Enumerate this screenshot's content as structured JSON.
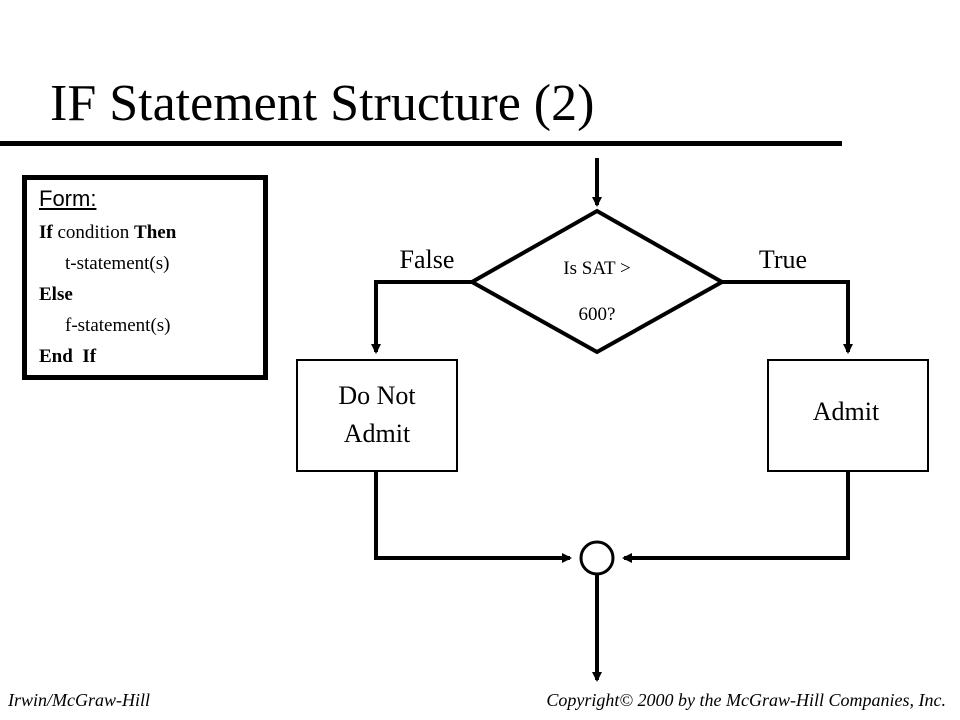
{
  "title": "IF Statement Structure (2)",
  "form": {
    "heading": "Form:",
    "lines": {
      "if_kw": "If",
      "condition": "condition",
      "then_kw": "Then",
      "t_statement": "t-statement(s)",
      "else_kw": "Else",
      "f_statement": "f-statement(s)",
      "end_kw": "End",
      "endif_kw": "If"
    }
  },
  "flowchart": {
    "decision_line1": "Is SAT >",
    "decision_line2": "600?",
    "false_label": "False",
    "true_label": "True",
    "false_box_line1": "Do Not",
    "false_box_line2": "Admit",
    "true_box": "Admit"
  },
  "footer": {
    "left": "Irwin/McGraw-Hill",
    "right": "Copyright© 2000 by the McGraw-Hill Companies, Inc."
  }
}
